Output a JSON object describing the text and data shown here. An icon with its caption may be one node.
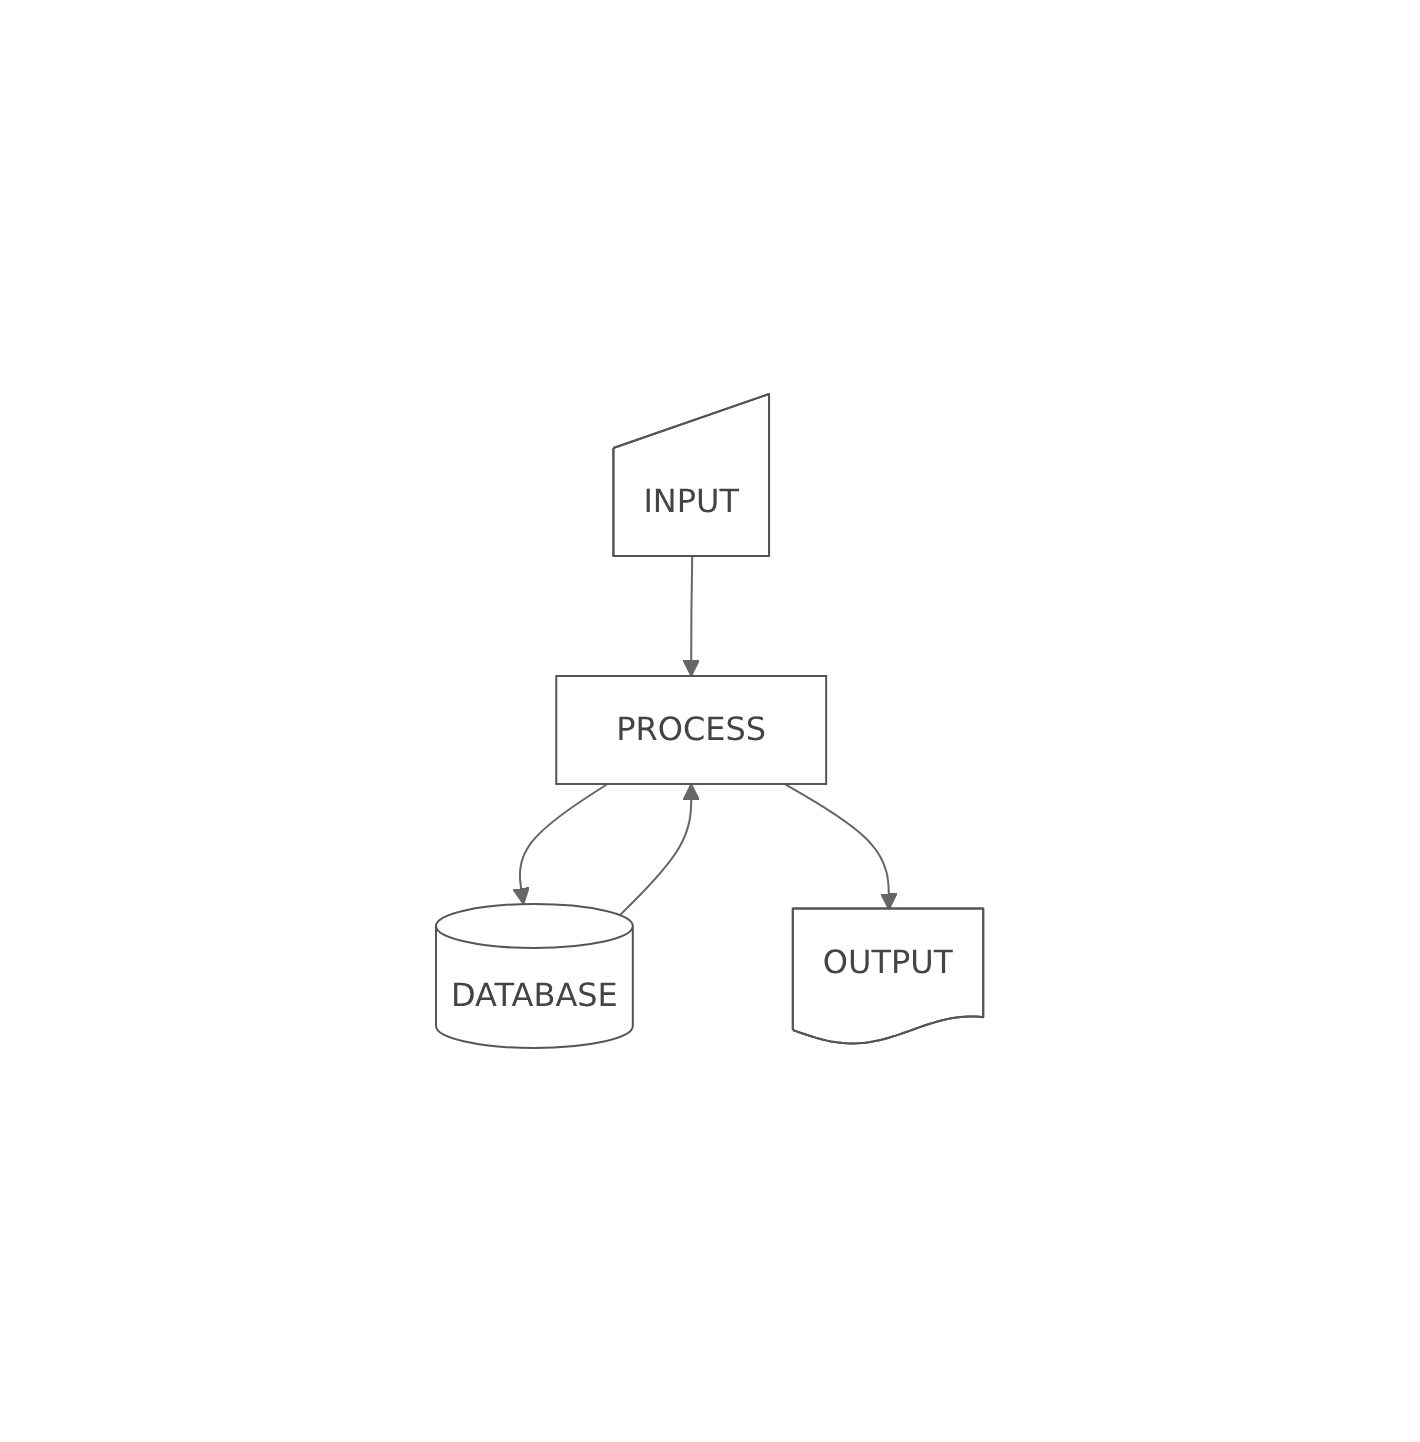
{
  "diagram": {
    "nodes": [
      {
        "text": [
          "INPUT"
        ]
      },
      {
        "text": [
          "PROCESS"
        ]
      },
      {
        "text": [
          "DATABASE"
        ]
      },
      {
        "text": [
          "OUTPUT"
        ]
      }
    ],
    "edges": [
      {
        "from": 0,
        "to": 1,
        "arrow": "to"
      },
      {
        "from": 1,
        "to": 2,
        "arrow": "to"
      },
      {
        "from": 2,
        "to": 1,
        "arrow": "to"
      },
      {
        "from": 1,
        "to": 3,
        "arrow": "to"
      }
    ]
  }
}
